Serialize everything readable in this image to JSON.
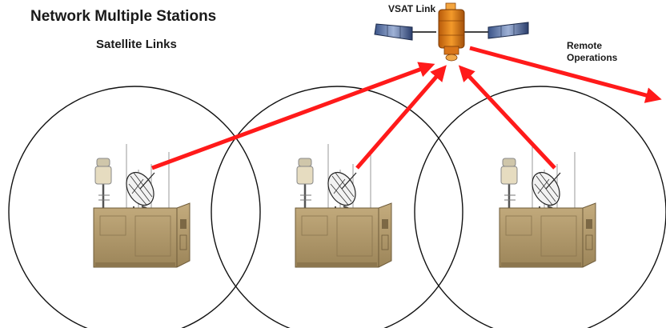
{
  "diagram": {
    "title": "Network Multiple Stations",
    "subtitle": "Satellite Links",
    "satellite_label": "VSAT Link",
    "remote_label_line1": "Remote",
    "remote_label_line2": "Operations"
  },
  "colors": {
    "link_arrow": "#ff1a1a",
    "coverage_circle": "#111111",
    "shelter": "#b39a6c",
    "satellite_body": "#e07a14",
    "solar_panel": "#2a3f6e"
  },
  "icons": {
    "satellite": "satellite-icon",
    "ground_station": "ground-station-icon",
    "dish": "satellite-dish-icon"
  }
}
